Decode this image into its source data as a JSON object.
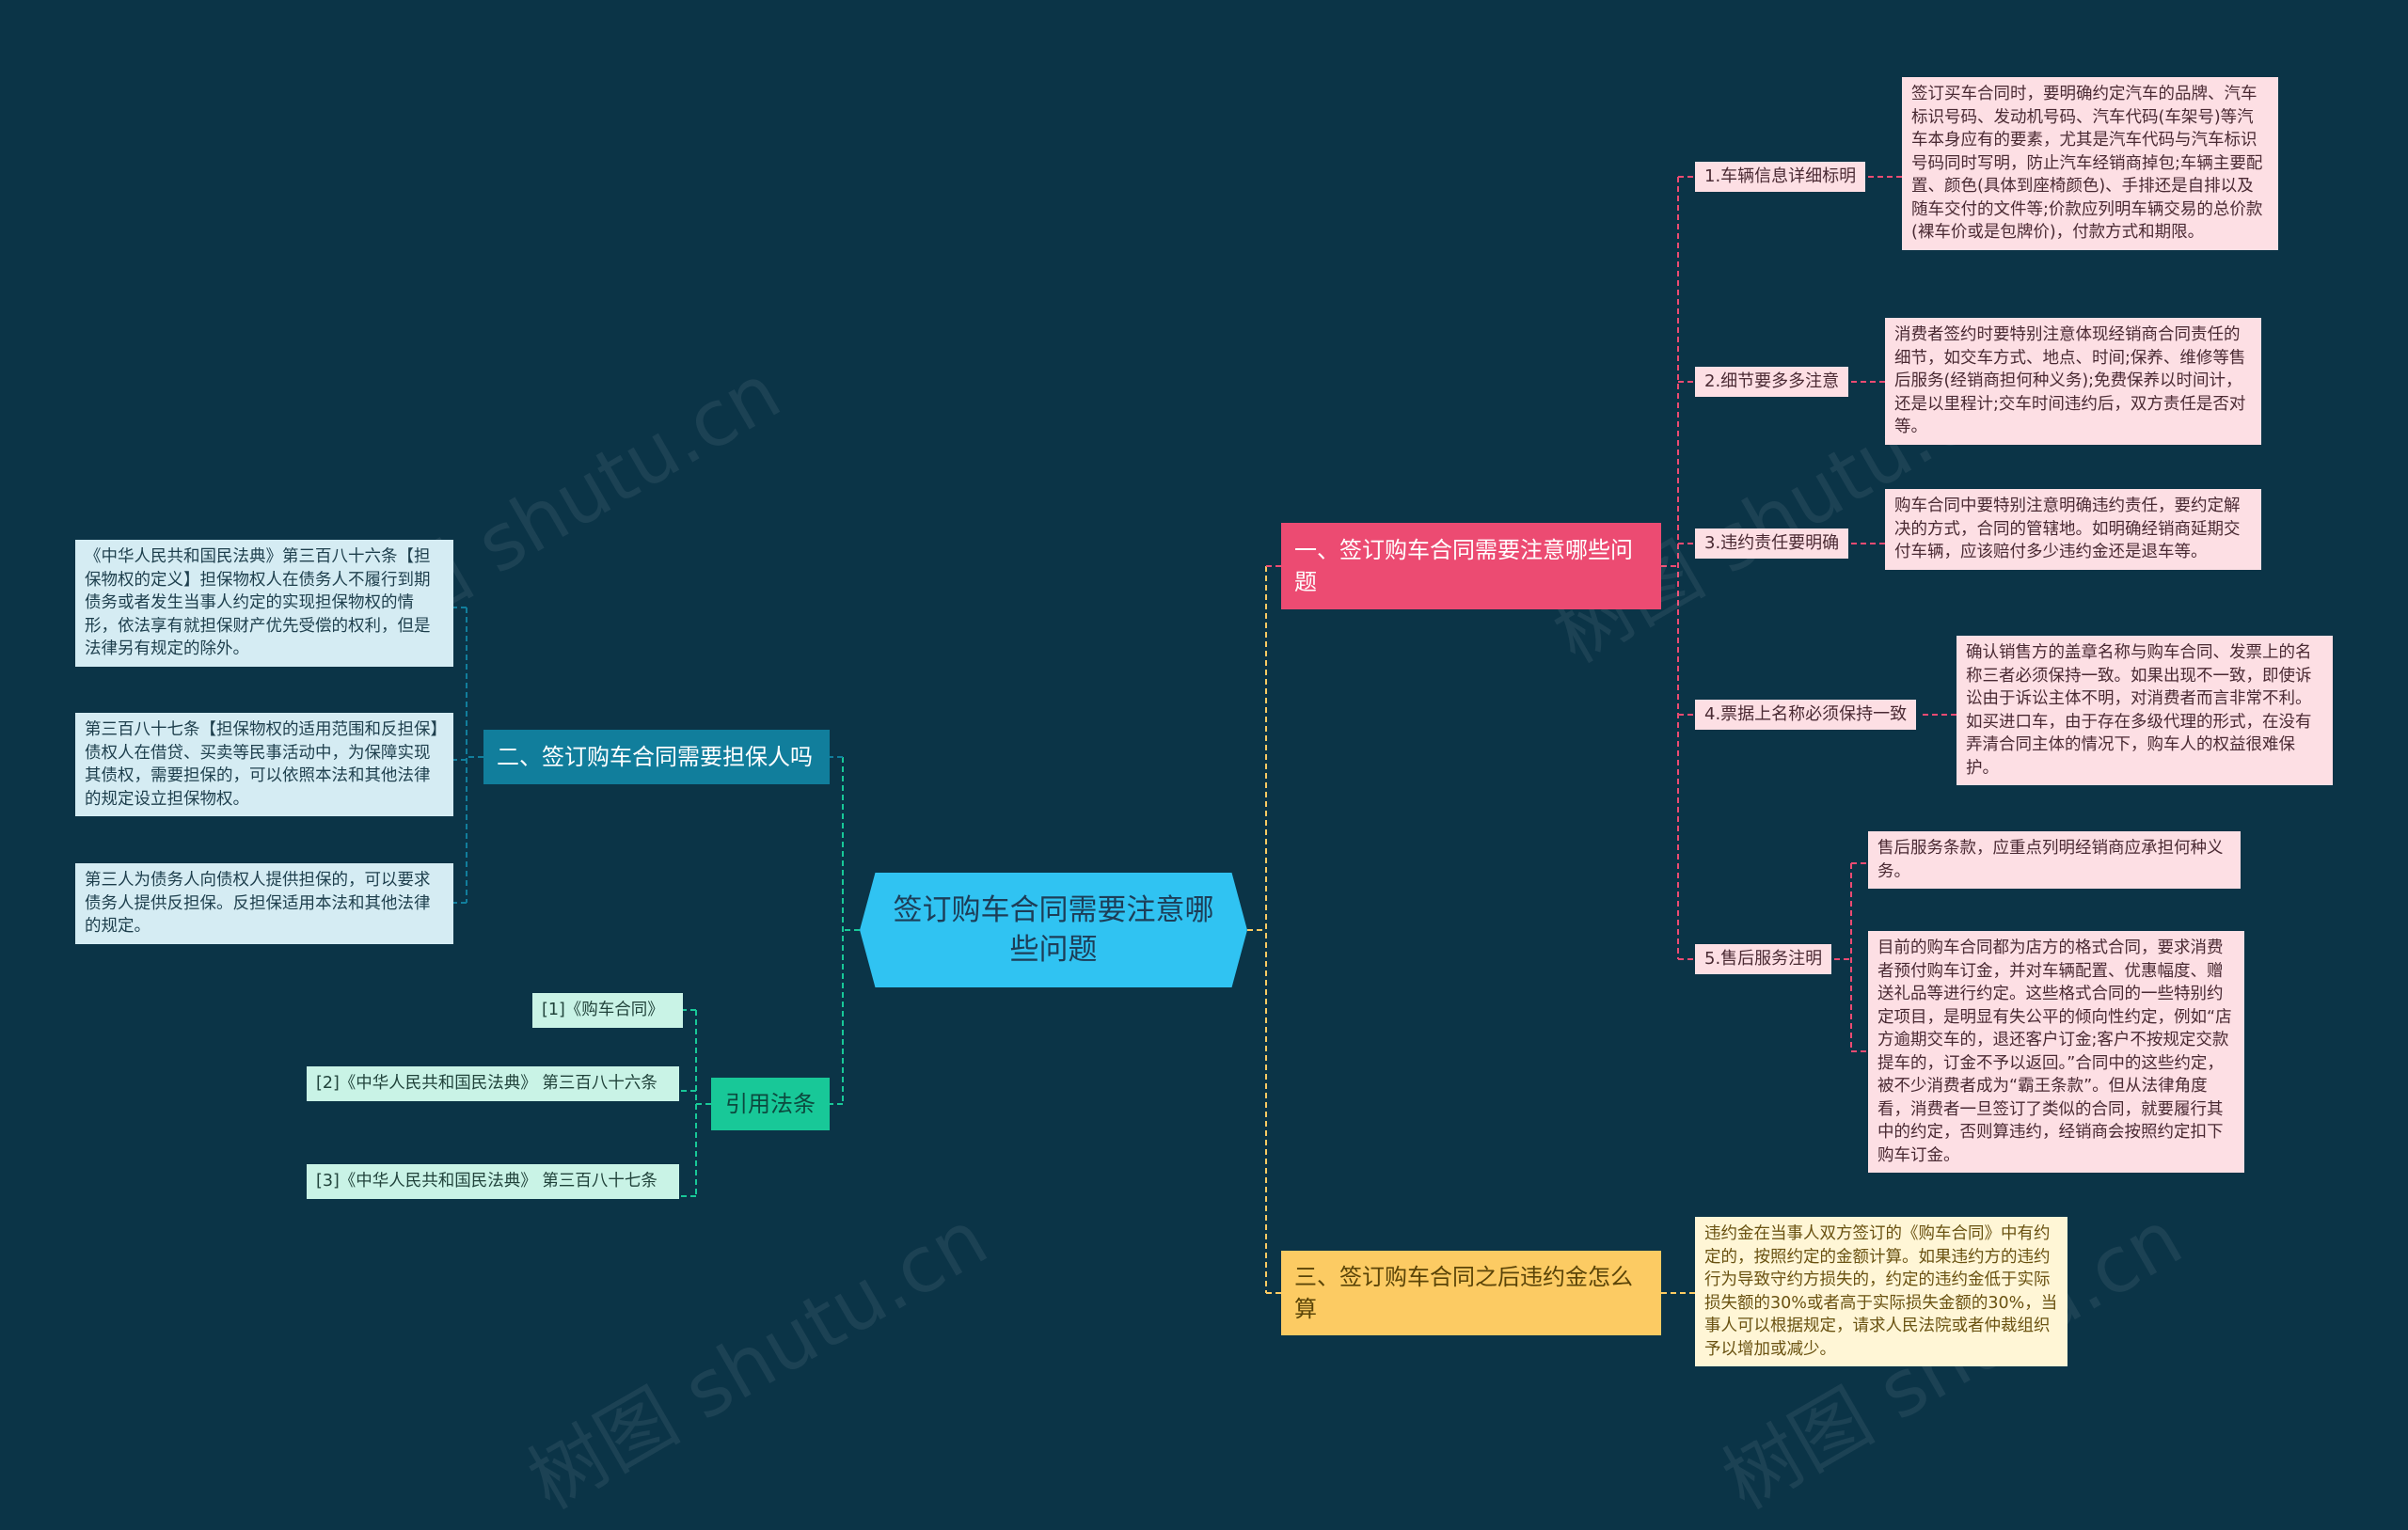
{
  "center": {
    "title": "签订购车合同需要注意哪些问题"
  },
  "branches": {
    "one": {
      "title": "一、签订购车合同需要注意哪些问题",
      "subs": [
        {
          "label": "1.车辆信息详细标明",
          "text": "签订买车合同时，要明确约定汽车的品牌、汽车标识号码、发动机号码、汽车代码(车架号)等汽车本身应有的要素，尤其是汽车代码与汽车标识号码同时写明，防止汽车经销商掉包;车辆主要配置、颜色(具体到座椅颜色)、手排还是自排以及随车交付的文件等;价款应列明车辆交易的总价款(裸车价或是包牌价)，付款方式和期限。"
        },
        {
          "label": "2.细节要多多注意",
          "text": "消费者签约时要特别注意体现经销商合同责任的细节，如交车方式、地点、时间;保养、维修等售后服务(经销商担何种义务);免费保养以时间计，还是以里程计;交车时间违约后，双方责任是否对等。"
        },
        {
          "label": "3.违约责任要明确",
          "text": "购车合同中要特别注意明确违约责任，要约定解决的方式，合同的管辖地。如明确经销商延期交付车辆，应该赔付多少违约金还是退车等。"
        },
        {
          "label": "4.票据上名称必须保持一致",
          "text": "确认销售方的盖章名称与购车合同、发票上的名称三者必须保持一致。如果出现不一致，即使诉讼由于诉讼主体不明，对消费者而言非常不利。如买进口车，由于存在多级代理的形式，在没有弄清合同主体的情况下，购车人的权益很难保护。"
        },
        {
          "label": "5.售后服务注明",
          "texts": [
            "售后服务条款，应重点列明经销商应承担何种义务。",
            "目前的购车合同都为店方的格式合同，要求消费者预付购车订金，并对车辆配置、优惠幅度、赠送礼品等进行约定。这些格式合同的一些特别约定项目，是明显有失公平的倾向性约定，例如“店方逾期交车的，退还客户订金;客户不按规定交款提车的，订金不予以返回。”合同中的这些约定，被不少消费者成为“霸王条款”。但从法律角度看，消费者一旦签订了类似的合同，就要履行其中的约定，否则算违约，经销商会按照约定扣下购车订金。"
          ]
        }
      ]
    },
    "two": {
      "title": "二、签订购车合同需要担保人吗",
      "leaves": [
        "《中华人民共和国民法典》第三百八十六条【担保物权的定义】担保物权人在债务人不履行到期债务或者发生当事人约定的实现担保物权的情形，依法享有就担保财产优先受偿的权利，但是法律另有规定的除外。",
        "第三百八十七条【担保物权的适用范围和反担保】债权人在借贷、买卖等民事活动中，为保障实现其债权，需要担保的，可以依照本法和其他法律的规定设立担保物权。",
        "第三人为债务人向债权人提供担保的，可以要求债务人提供反担保。反担保适用本法和其他法律的规定。"
      ]
    },
    "three": {
      "title": "三、签订购车合同之后违约金怎么算",
      "text": "违约金在当事人双方签订的《购车合同》中有约定的，按照约定的金额计算。如果违约方的违约行为导致守约方损失的，约定的违约金低于实际损失额的30%或者高于实际损失金额的30%，当事人可以根据规定，请求人民法院或者仲裁组织予以增加或减少。"
    },
    "refs": {
      "title": "引用法条",
      "leaves": [
        "[1]《购车合同》",
        "[2]《中华人民共和国民法典》 第三百八十六条",
        "[3]《中华人民共和国民法典》 第三百八十七条"
      ]
    }
  },
  "colors": {
    "background": "#0b3447",
    "center": "#30c3f2",
    "branch_one": "#ec4b72",
    "branch_two": "#117e9c",
    "branch_three": "#fccb63",
    "refs": "#18c898"
  }
}
